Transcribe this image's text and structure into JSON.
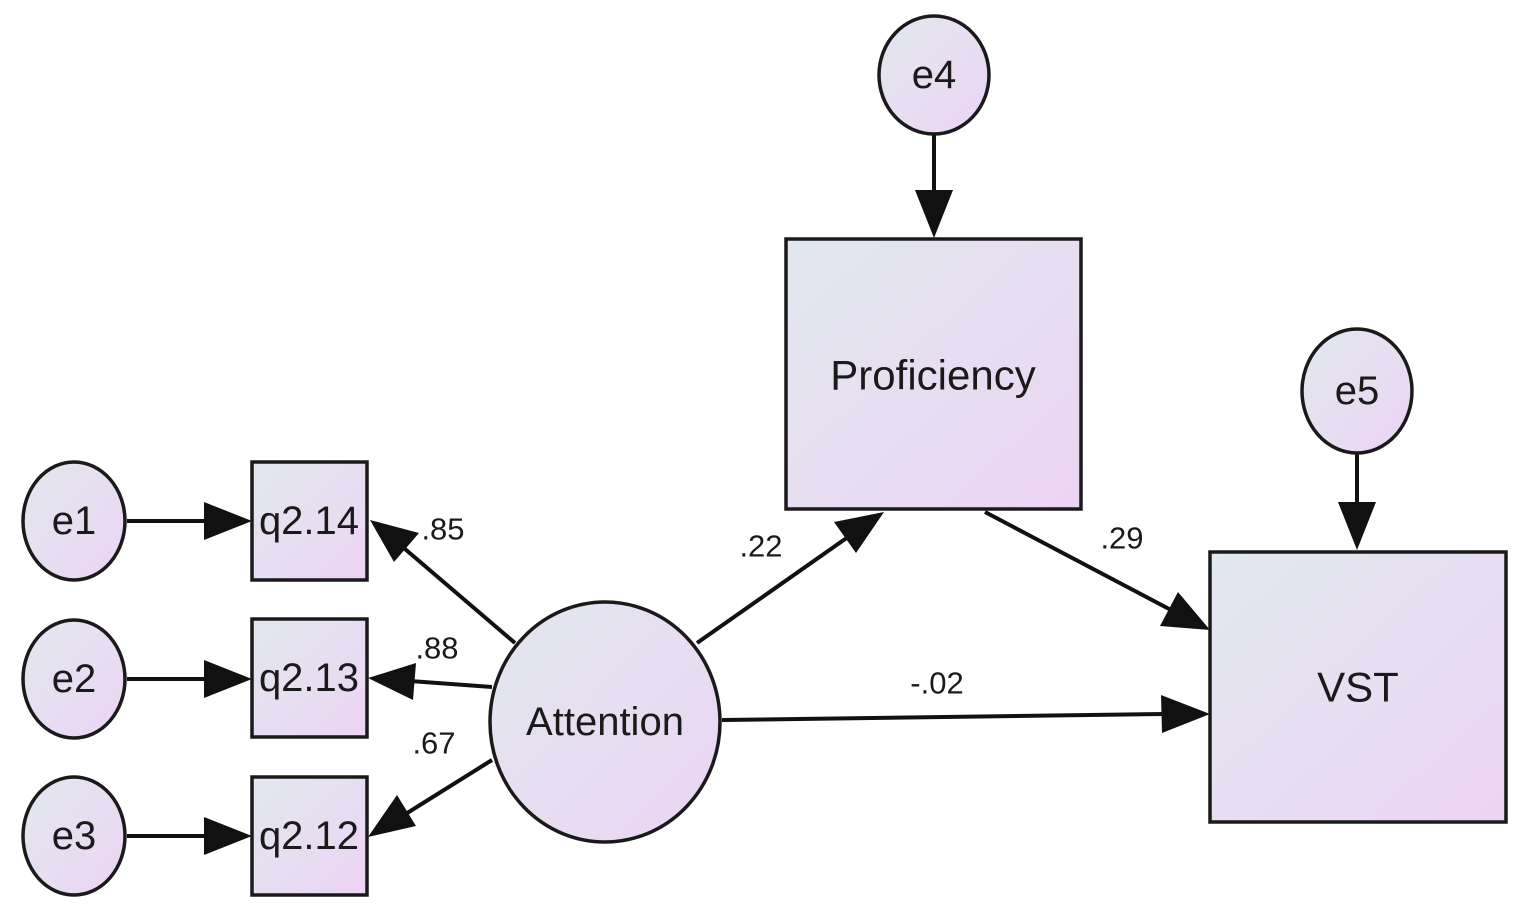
{
  "diagram": {
    "colors": {
      "fill_start": "#e2e8ef",
      "fill_end": "#ecd4f3",
      "stroke": "#1a1a1a",
      "arrow": "#111111"
    },
    "nodes": {
      "e1": "e1",
      "e2": "e2",
      "e3": "e3",
      "e4": "e4",
      "e5": "e5",
      "q214": "q2.14",
      "q213": "q2.13",
      "q212": "q2.12",
      "attention": "Attention",
      "proficiency": "Proficiency",
      "vst": "VST"
    },
    "paths": {
      "attention_to_q214": ".85",
      "attention_to_q213": ".88",
      "attention_to_q212": ".67",
      "attention_to_proficiency": ".22",
      "proficiency_to_vst": ".29",
      "attention_to_vst": "-.02"
    }
  }
}
